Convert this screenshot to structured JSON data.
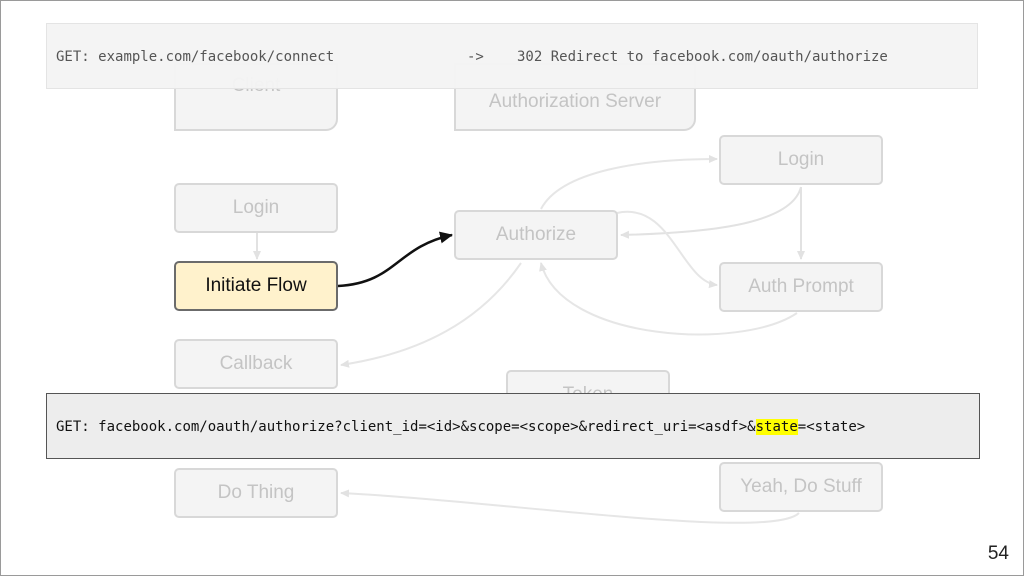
{
  "columns": {
    "client": "Client",
    "auth_server": "Authorization Server"
  },
  "nodes": {
    "client_login": "Login",
    "initiate_flow": "Initiate Flow",
    "callback": "Callback",
    "do_thing": "Do Thing",
    "authorize": "Authorize",
    "token": "Token",
    "server_login": "Login",
    "auth_prompt": "Auth Prompt",
    "yeah_do_stuff": "Yeah, Do Stuff"
  },
  "request_top": {
    "method": "GET:",
    "url": "example.com/facebook/connect",
    "arrow": "->",
    "result": "302 Redirect to facebook.com/oauth/authorize"
  },
  "request_bottom": {
    "method": "GET:",
    "prefix": "facebook.com/oauth/authorize?client_id=<id>&scope=<scope>&redirect_uri=<asdf>&",
    "highlight": "state",
    "suffix": "=<state>"
  },
  "page_number": "54",
  "colors": {
    "active_fill": "#fff2cc",
    "highlight": "#ffff00",
    "inactive_text": "#c4c4c4"
  }
}
